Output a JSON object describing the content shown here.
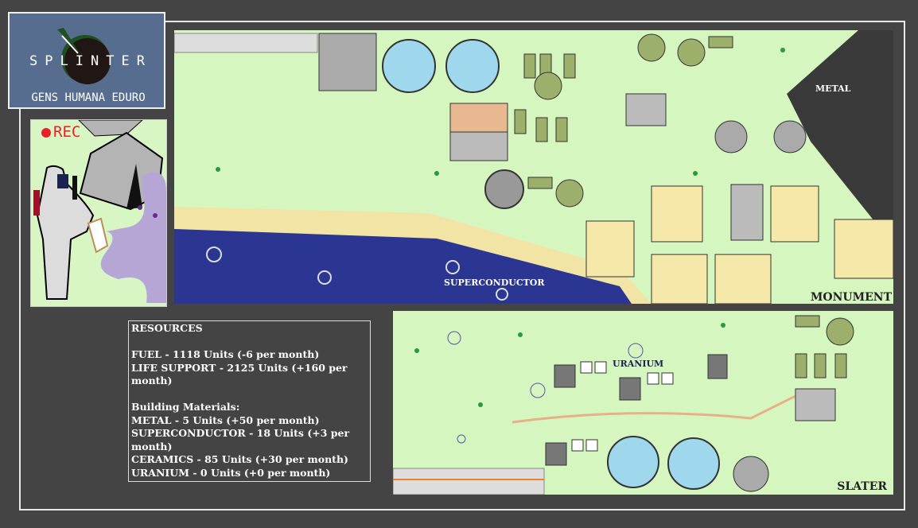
{
  "logo": {
    "title": "SPLINTER",
    "subtitle": "GENS HUMANA EDURO"
  },
  "camera_feed": {
    "label": "REC"
  },
  "colony_monument": {
    "name": "MONUMENT",
    "deposits": [
      "METAL",
      "SUPERCONDUCTOR"
    ]
  },
  "colony_slater": {
    "name": "SLATER",
    "deposits": [
      "URANIUM"
    ]
  },
  "resources": {
    "heading": "RESOURCES",
    "fuel": "FUEL - 1118 Units (-6 per month)",
    "life_support": "LIFE SUPPORT - 2125 Units (+160 per month)",
    "materials_heading": "Building Materials:",
    "metal": "METAL - 5 Units (+50 per month)",
    "superconductor": "SUPERCONDUCTOR - 18 Units (+3 per month)",
    "ceramics": "CERAMICS - 85 Units (+30 per month)",
    "uranium": "URANIUM - 0 Units (+0 per month)"
  },
  "colors": {
    "grass": "#d6f6c0",
    "ocean": "#2b3592",
    "sand": "#f2e4a4",
    "rock": "#3a3a3a",
    "road": "#e8b08a"
  }
}
